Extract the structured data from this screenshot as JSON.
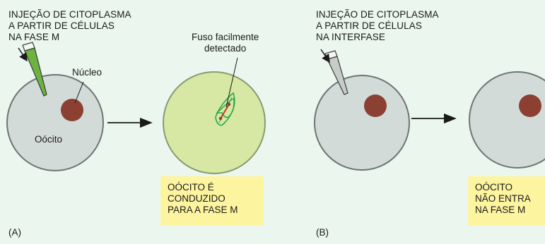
{
  "panel_a": {
    "header": "INJEÇÃO DE CITOPLASMA\nA PARTIR DE CÉLULAS\nNA FASE M",
    "nucleus_label": "Núcleo",
    "oocyte_label": "Oócito",
    "spindle_label": "Fuso facilmente\ndetectado",
    "result": "OÓCITO É\nCONDUZIDO\nPARA A FASE M",
    "panel_label": "(A)"
  },
  "panel_b": {
    "header": "INJEÇÃO DE CITOPLASMA\nA PARTIR DE CÉLULAS\nNA INTERFASE",
    "result": "OÓCITO\nNÃO ENTRA\nNA FASE M",
    "panel_label": "(B)"
  },
  "colors": {
    "background": "#ebf6ef",
    "oocyte_fill": "#d3dbd9",
    "oocyte_mphase_fill": "#d6e8a4",
    "nucleus": "#8b4031",
    "pipette_mphase": "#6cb33f",
    "spindle": "#2aa84a",
    "callout": "#fdf4a0"
  },
  "icons": {
    "pipette": "micropipette-icon",
    "arrow": "right-arrow-icon"
  }
}
